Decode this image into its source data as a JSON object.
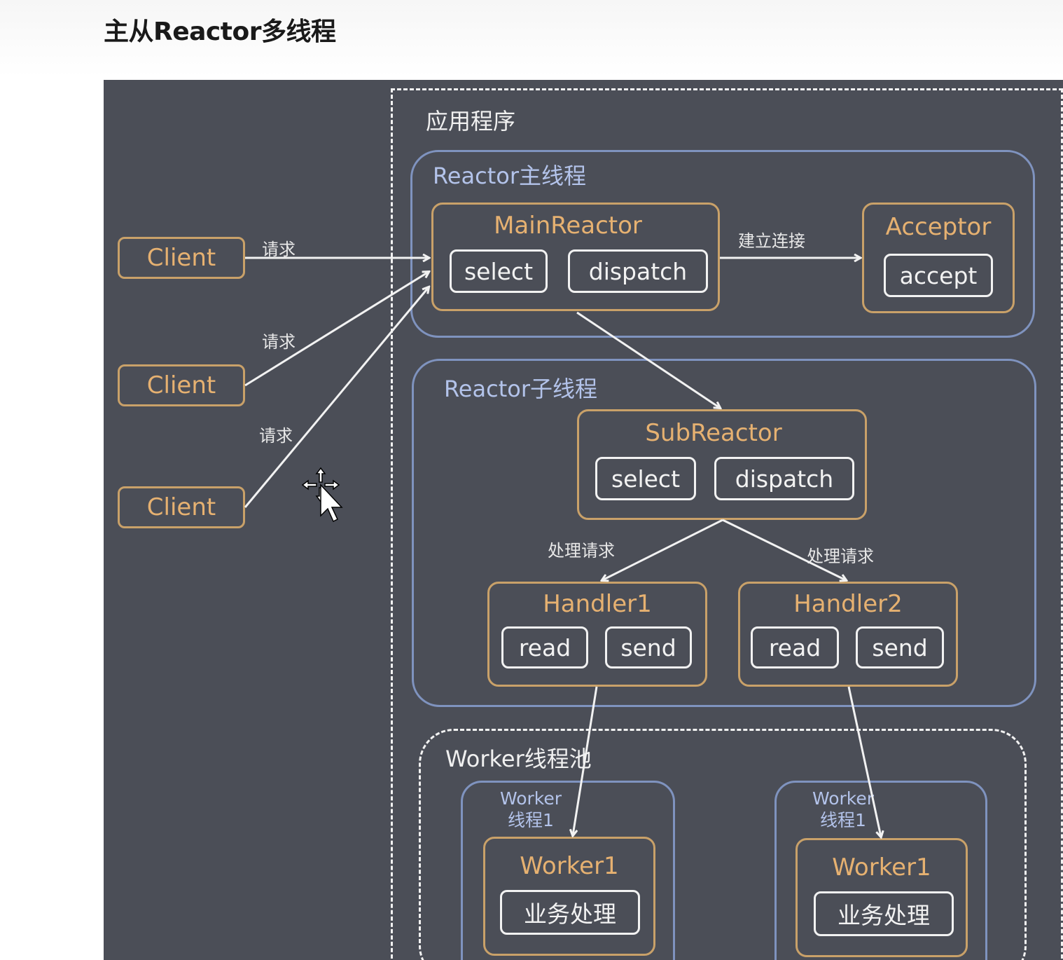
{
  "page": {
    "title": "主从Reactor多线程"
  },
  "diagram": {
    "app_label": "应用程序",
    "main_group_label": "Reactor主线程",
    "sub_group_label": "Reactor子线程",
    "worker_pool_label": "Worker线程池",
    "clients": [
      "Client",
      "Client",
      "Client"
    ],
    "request_label": "请求",
    "main_reactor": {
      "title": "MainReactor",
      "ops": [
        "select",
        "dispatch"
      ]
    },
    "connect_label": "建立连接",
    "acceptor": {
      "title": "Acceptor",
      "op": "accept"
    },
    "sub_reactor": {
      "title": "SubReactor",
      "ops": [
        "select",
        "dispatch"
      ]
    },
    "handle_label": "处理请求",
    "handlers": [
      {
        "title": "Handler1",
        "ops": [
          "read",
          "send"
        ]
      },
      {
        "title": "Handler2",
        "ops": [
          "read",
          "send"
        ]
      }
    ],
    "worker_threads": [
      {
        "label_line1": "Worker",
        "label_line2": "线程1",
        "title": "Worker1",
        "task": "业务处理"
      },
      {
        "label_line1": "Worker",
        "label_line2": "线程1",
        "title": "Worker1",
        "task": "业务处理"
      }
    ]
  }
}
